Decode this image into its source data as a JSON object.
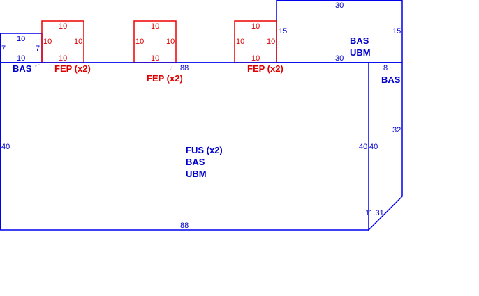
{
  "colors": {
    "part": "#0000ee",
    "fep": "#ee0000"
  },
  "fus": {
    "labels": [
      "FUS (x2)",
      "BAS",
      "UBM"
    ],
    "top": "88",
    "bottom": "88",
    "left": "40",
    "right": "40"
  },
  "side": {
    "label": "BAS",
    "top": "8",
    "left": "40",
    "right": "32",
    "diag": "11.31"
  },
  "upper": {
    "labels": [
      "BAS",
      "UBM"
    ],
    "top": "30",
    "bottom": "30",
    "left": "15",
    "right": "15"
  },
  "small_bas": {
    "label": "BAS",
    "top": "10",
    "bottom": "10",
    "left": "7",
    "right": "7"
  },
  "feps": [
    {
      "label": "FEP (x2)",
      "top": "10",
      "bottom": "10",
      "left": "10",
      "right": "10"
    },
    {
      "label": "FEP (x2)",
      "top": "10",
      "bottom": "10",
      "left": "10",
      "right": "10"
    },
    {
      "label": "FEP (x2)",
      "top": "10",
      "bottom": "10",
      "left": "10",
      "right": "10"
    }
  ]
}
